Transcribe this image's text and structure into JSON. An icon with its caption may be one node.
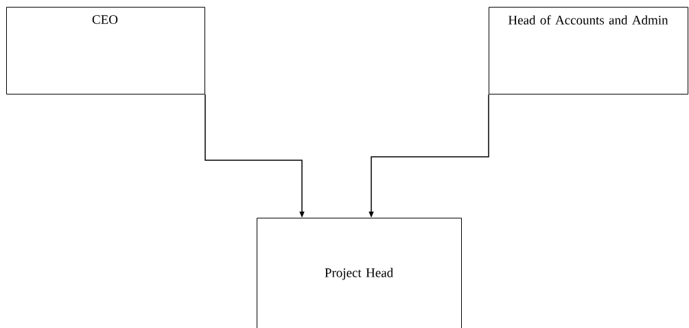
{
  "diagram": {
    "nodes": [
      {
        "text": [
          "CEO"
        ]
      },
      {
        "text": [
          "Head of Accounts and Admin"
        ]
      },
      {
        "text": [
          "Project Head"
        ]
      }
    ],
    "edges": [
      {
        "from": 0,
        "to": 2,
        "arrow": "to"
      },
      {
        "from": 1,
        "to": 2,
        "arrow": "to"
      }
    ]
  }
}
